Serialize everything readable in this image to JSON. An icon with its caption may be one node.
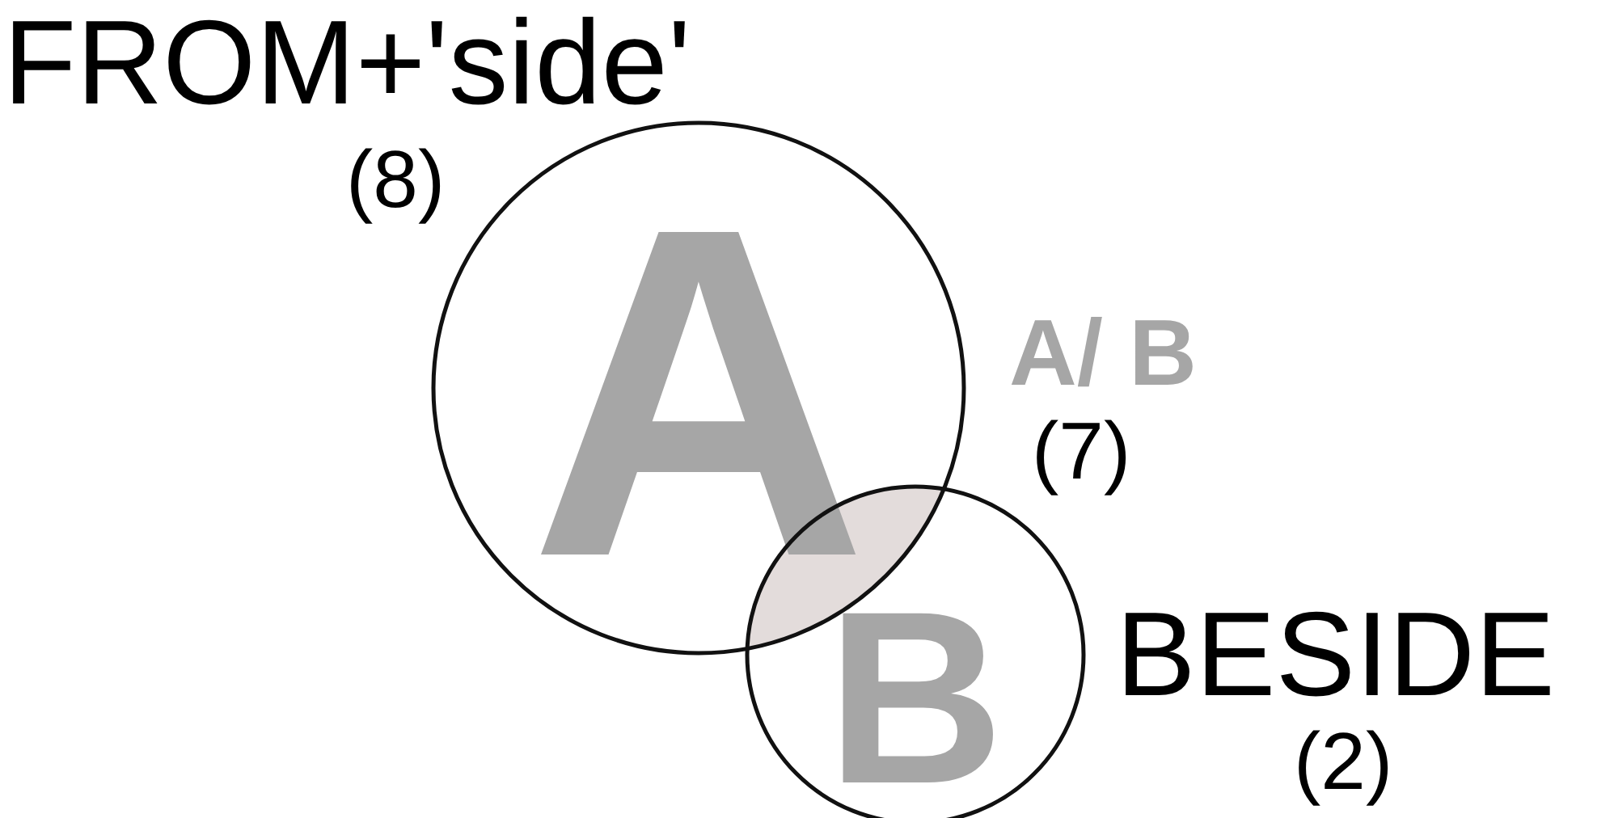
{
  "diagram": {
    "nodes": [
      {
        "text": [
          "A"
        ]
      },
      {
        "text": [
          "B"
        ]
      }
    ],
    "labels": [
      "FROM+'side'",
      "(8)",
      "A/ B",
      "(7)",
      "BESIDE",
      "(2)"
    ]
  }
}
